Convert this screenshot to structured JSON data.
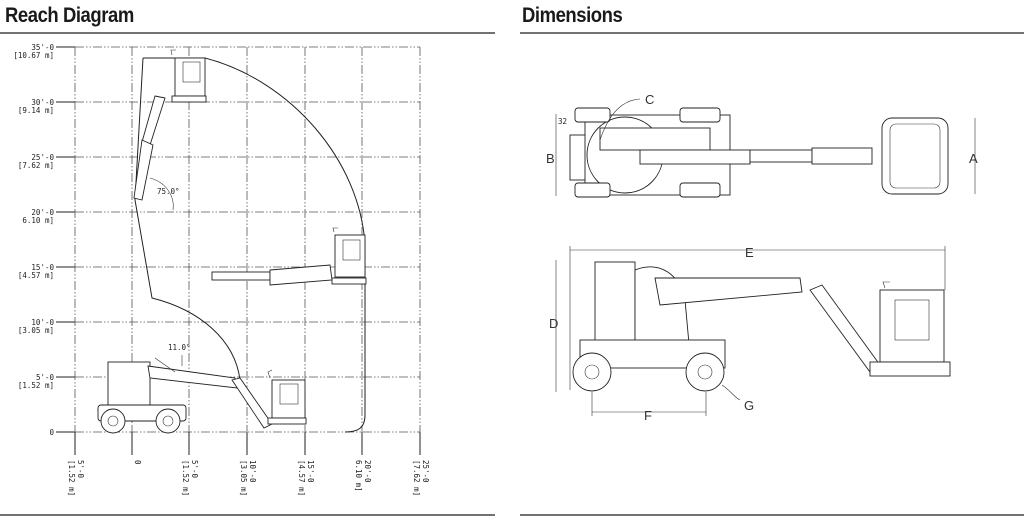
{
  "reach": {
    "title": "Reach Diagram",
    "y_ticks": [
      {
        "ft": "35'-0",
        "m": "[10.67 m]"
      },
      {
        "ft": "30'-0",
        "m": "[9.14 m]"
      },
      {
        "ft": "25'-0",
        "m": "[7.62 m]"
      },
      {
        "ft": "20'-0",
        "m": "6.10 m]"
      },
      {
        "ft": "15'-0",
        "m": "[4.57 m]"
      },
      {
        "ft": "10'-0",
        "m": "[3.05 m]"
      },
      {
        "ft": "5'-0",
        "m": "[1.52 m]"
      },
      {
        "ft": "0",
        "m": ""
      }
    ],
    "x_ticks": [
      {
        "ft": "5'-0",
        "m": "[1.52 m]"
      },
      {
        "ft": "0",
        "m": ""
      },
      {
        "ft": "5'-0",
        "m": "[1.52 m]"
      },
      {
        "ft": "10'-0",
        "m": "[3.05 m]"
      },
      {
        "ft": "15'-0",
        "m": "[4.57 m]"
      },
      {
        "ft": "20'-0",
        "m": "6.10 m]"
      },
      {
        "ft": "25'-0",
        "m": "[7.62 m]"
      }
    ],
    "angle_upper": "75.0°",
    "angle_lower": "11.0°"
  },
  "dimensions": {
    "title": "Dimensions",
    "labels": {
      "A": "A",
      "B": "B",
      "C": "C",
      "D": "D",
      "E": "E",
      "F": "F",
      "G": "G"
    },
    "small_angle": "32"
  }
}
